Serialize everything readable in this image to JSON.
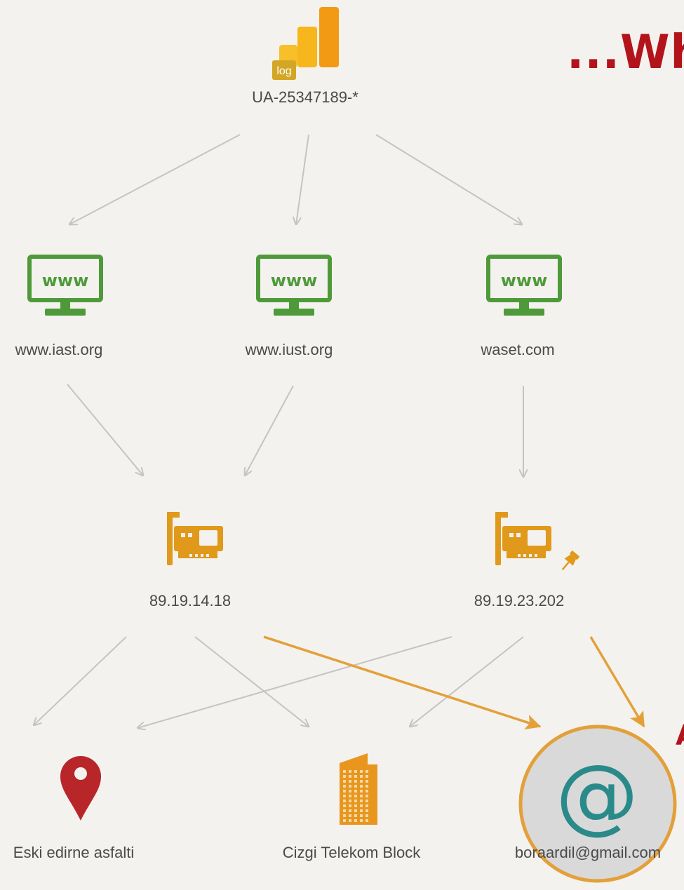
{
  "banner": {
    "text": "...Wh",
    "color": "#b3141b"
  },
  "partial_glyph": "A",
  "nodes": {
    "analytics": {
      "badge": "log",
      "label": "UA-25347189-*",
      "icon": "google-analytics-icon"
    },
    "site_iast": {
      "label": "www.iast.org",
      "icon": "www-monitor-icon",
      "screen_text": "www"
    },
    "site_iust": {
      "label": "www.iust.org",
      "icon": "www-monitor-icon",
      "screen_text": "www"
    },
    "site_waset": {
      "label": "waset.com",
      "icon": "www-monitor-icon",
      "screen_text": "www"
    },
    "ip_1": {
      "label": "89.19.14.18",
      "icon": "network-card-icon"
    },
    "ip_2": {
      "label": "89.19.23.202",
      "icon": "network-card-icon",
      "pinned": true
    },
    "location": {
      "label": "Eski edirne asfalti",
      "icon": "map-pin-icon"
    },
    "company": {
      "label": "Cizgi Telekom Block",
      "icon": "building-icon"
    },
    "email": {
      "label": "boraardil@gmail.com",
      "icon": "at-sign-icon",
      "symbol": "@"
    }
  },
  "colors": {
    "background": "#f4f2ee",
    "edge_gray": "#c4c4c4",
    "edge_highlight": "#e3a03a",
    "monitor_green": "#4e9a3a",
    "card_orange": "#e0991a",
    "pin_red": "#b8262a",
    "building_orange": "#e8961e",
    "email_circle_fill": "#d9d9d9",
    "email_circle_ring": "#e3a03a",
    "at_teal": "#2a8a8a"
  }
}
